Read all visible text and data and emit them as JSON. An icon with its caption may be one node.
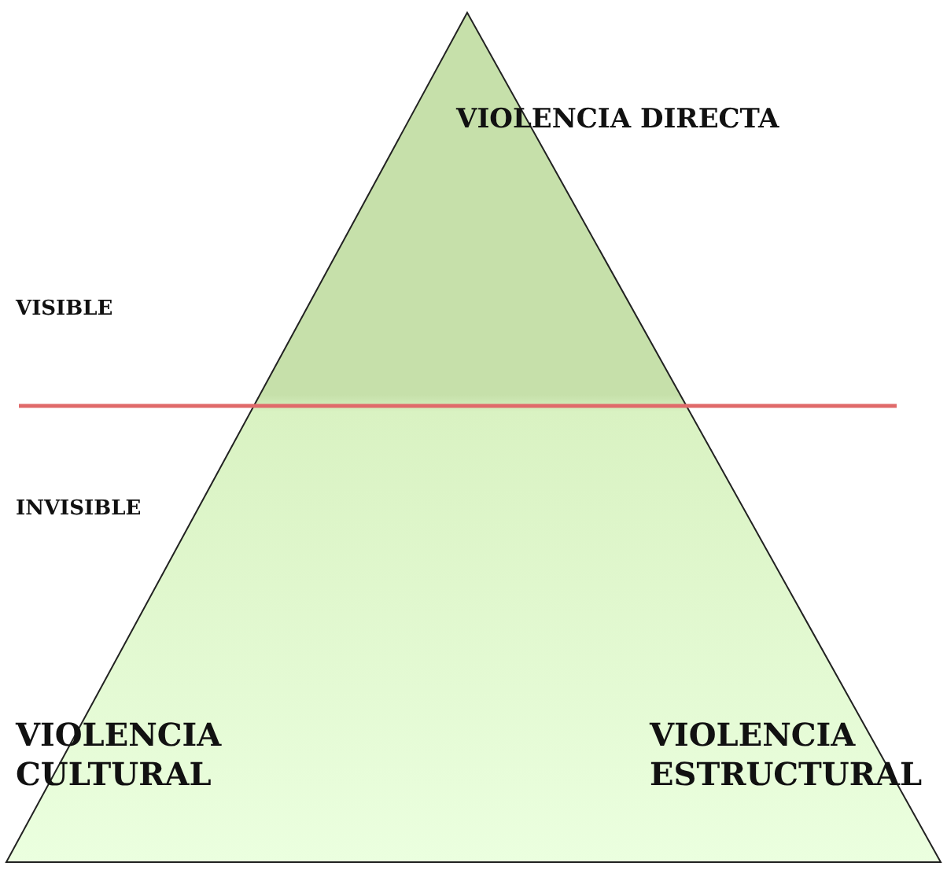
{
  "diagram": {
    "nodes": [
      {
        "text": [
          "VIOLENCIA DIRECTA",
          "VIOLENCIA CULTURAL",
          "VIOLENCIA ESTRUCTURAL"
        ]
      }
    ],
    "edges": [],
    "labels": [
      "VISIBLE",
      "INVISIBLE"
    ]
  }
}
